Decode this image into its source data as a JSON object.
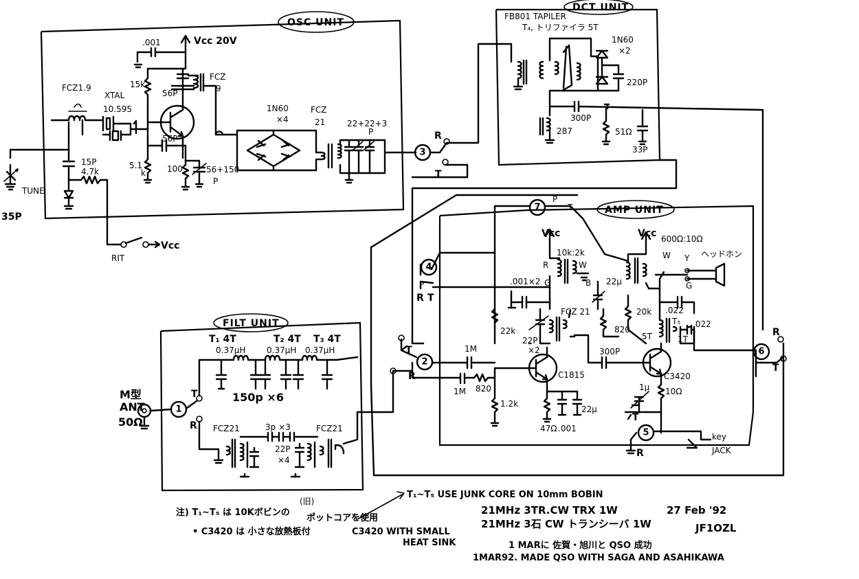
{
  "units": {
    "osc": "OSC UNIT",
    "dct": "DCT UNIT",
    "amp": "AMP UNIT",
    "filt": "FILT UNIT"
  },
  "osc": {
    "fcz19": "FCZ1.9",
    "xtal": "XTAL",
    "xtal_freq": "10.595",
    "c001": ".001",
    "vcc20": "Vcc 20V",
    "r15k": "15k",
    "c56p": "56P",
    "fcz9_a": "FCZ",
    "fcz9_b": "9",
    "c56p_b": "56P",
    "r51k_a": "5.1",
    "r51k_b": "k",
    "r100": "100",
    "c56150_a": "56+150",
    "c56150_b": "P",
    "d1n60": "1N60",
    "x4": "×4",
    "fcz21_a": "FCZ",
    "fcz21_b": "21",
    "c224": "22+22+3",
    "c224_p": "P",
    "c15p": "15P",
    "r47k": "4.7k",
    "tune": "TUNE",
    "c35p": "35P",
    "rit": "RIT",
    "vcc": "Vcc"
  },
  "dct": {
    "fb801": "FB801 TAPILER",
    "t4": "T₄, トリファイラ 5T",
    "d1n60": "1N60",
    "x2": "×2",
    "c220p": "220P",
    "c300p": "300P",
    "r287": "287",
    "r51": "51Ω",
    "c33p": "33P"
  },
  "amp": {
    "vcc1": "Vcc",
    "vcc2": "Vcc",
    "r10k2k": "10k:2k",
    "r": "R",
    "w": "W",
    "g": "G",
    "b": "B",
    "c001x2": ".001×2",
    "c22m": "22μ",
    "fcz21": "FCZ 21",
    "r22k": "22k",
    "c22p": "22P",
    "x2": "×2",
    "c1815": "C1815",
    "r1m_a": "1M",
    "r1m_b": "1M",
    "r820_a": "820",
    "r820_b": "820",
    "r12k": "1.2k",
    "r47": "47Ω",
    "c001": ".001",
    "c22u": "22μ",
    "c300p": "300P",
    "r20k": "20k",
    "r600_10": "600Ω:10Ω",
    "w2": "W",
    "y": "Y",
    "g2": "G",
    "headphone": "ヘッドホン",
    "c022_a": ".022",
    "c022_b": ".022",
    "t5": "T₅",
    "t5_5t": "5T",
    "t5_1t": "1T",
    "c3420": "C3420",
    "r10": "10Ω",
    "c1u": "1μ",
    "keyjack_a": "key",
    "keyjack_b": "JACK",
    "p_label": "P",
    "t_label": "T"
  },
  "filt": {
    "t1": "T₁ 4T",
    "t2": "T₂ 4T",
    "t3": "T₃ 4T",
    "l037_a": "0.37μH",
    "l037_b": "0.37μH",
    "l037_c": "0.37μH",
    "c150": "150p ×6",
    "ant1": "M型",
    "ant2": "ANT",
    "ant3": "50Ω",
    "fcz21_a": "FCZ21",
    "fcz21_b": "FCZ21",
    "c3p": "3p ×3",
    "c22p": "22P",
    "x4": "×4"
  },
  "switch": {
    "r": "R",
    "t": "T",
    "p": "P"
  },
  "nodes": [
    "1",
    "2",
    "3",
    "4",
    "5",
    "6",
    "7"
  ],
  "notes": {
    "core": "T₁~T₅ USE JUNK CORE ON 10mm BOBIN",
    "jp1a": "注) T₁~T₅ は 10Kボビンの",
    "jp1b": "ポットコアを使用",
    "jp1c": "(旧)",
    "jp2": "• C3420 は 小さな放熱板付",
    "heat1": "C3420 WITH SMALL",
    "heat2": "HEAT SINK",
    "spec1": "21MHz 3TR.CW TRX 1W",
    "spec2": "21MHz 3石 CW トランシーバ 1W",
    "date": "27 Feb '92",
    "call": "JF1OZL",
    "qso_jp": "1 MARに 佐賀・旭川と QSO 成功",
    "qso_en": "1MAR92. MADE QSO WITH SAGA AND ASAHIKAWA"
  }
}
